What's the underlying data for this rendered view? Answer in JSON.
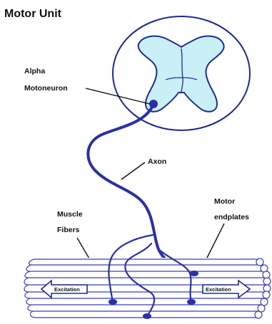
{
  "title": "Motor Unit",
  "labels": {
    "alpha_line1": "Alpha",
    "alpha_line2": "Motoneuron",
    "axon": "Axon",
    "motor_line1": "Motor",
    "motor_line2": "endplates",
    "muscle_line1": "Muscle",
    "muscle_line2": "Fibers",
    "excitation_left": "Excitation",
    "excitation_right": "Excitation"
  },
  "colors": {
    "spinal_fill": "#c9f0f7",
    "outline": "#1f2a8f",
    "axon": "#2b2fa8",
    "fiber_line": "#3a3fb5",
    "text": "#111111"
  }
}
